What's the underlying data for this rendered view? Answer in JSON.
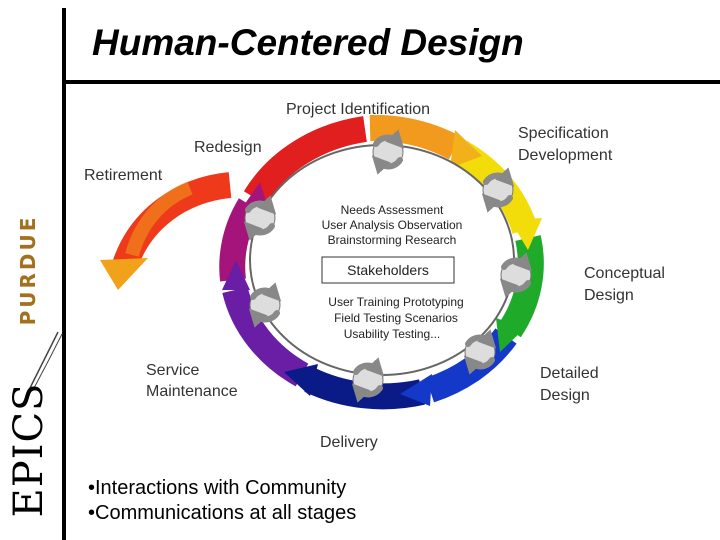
{
  "slide": {
    "title": "Human-Centered Design",
    "logo_purdue": "PURDUE",
    "logo_epics": "EPICS"
  },
  "diagram": {
    "stages": {
      "project_identification": "Project Identification",
      "specification_line1": "Specification",
      "specification_line2": "Development",
      "conceptual_line1": "Conceptual",
      "conceptual_line2": "Design",
      "detailed_line1": "Detailed",
      "detailed_line2": "Design",
      "delivery": "Delivery",
      "service_line1": "Service",
      "service_line2": "Maintenance",
      "redesign": "Redesign",
      "retirement": "Retirement"
    },
    "inner_top": {
      "line1": "Needs Assessment",
      "line2": "User Analysis  Observation",
      "line3": "Brainstorming  Research"
    },
    "center": "Stakeholders",
    "inner_bottom": {
      "line1": "User Training  Prototyping",
      "line2": "Field Testing  Scenarios",
      "line3": "Usability Testing..."
    },
    "colors": {
      "orange": "#f29a1e",
      "yellow": "#f2dc0a",
      "green": "#1faa2a",
      "blue": "#1438c8",
      "navy": "#0a1a86",
      "purple": "#6a1ea6",
      "magenta": "#a4147a",
      "red": "#e21f1f"
    }
  },
  "bullets": [
    "•Interactions with Community",
    "•Communications at all stages"
  ]
}
